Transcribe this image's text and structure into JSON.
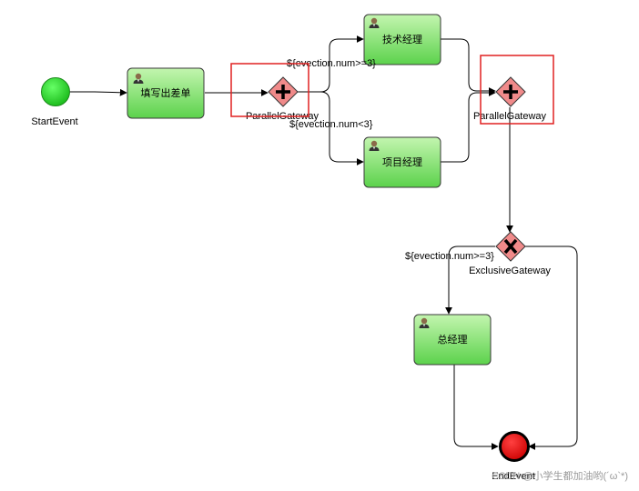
{
  "diagram": {
    "start_event": {
      "label": "StartEvent",
      "color": "#22cc22"
    },
    "end_event": {
      "label": "EndEvent",
      "color": "#ee0000"
    },
    "tasks": {
      "fill_trip": "填写出差单",
      "tech_manager": "技术经理",
      "project_manager": "项目经理",
      "general_manager": "总经理"
    },
    "gateways": {
      "parallel_split": "ParallelGateway",
      "parallel_join": "ParallelGateway",
      "exclusive": "ExclusiveGateway"
    },
    "conditions": {
      "num_ge_3_upper": "${evection.num>=3}",
      "num_lt_3": "${evection.num<3}",
      "num_ge_3_lower": "${evection.num>=3}"
    },
    "watermark": "CSDN @小学生都加油哟(´ω`*)",
    "colors": {
      "task_fill_top": "#b8f2a4",
      "task_fill_bottom": "#5fd450",
      "task_stroke": "#3a3a3a",
      "gateway_fill": "#f08a8a",
      "highlight_box": "#e02020"
    }
  }
}
